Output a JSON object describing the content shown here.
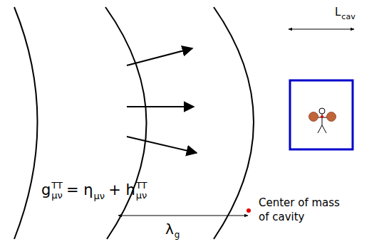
{
  "diagram": {
    "labels": [
      "g",
      "TT",
      "μν",
      "= η",
      "μν",
      "+ h",
      "TT",
      "μν",
      "λ",
      "g",
      "L",
      "cav"
    ],
    "legend": [
      {
        "text": "Center of mass of cavity",
        "color": "#e00000"
      }
    ]
  }
}
